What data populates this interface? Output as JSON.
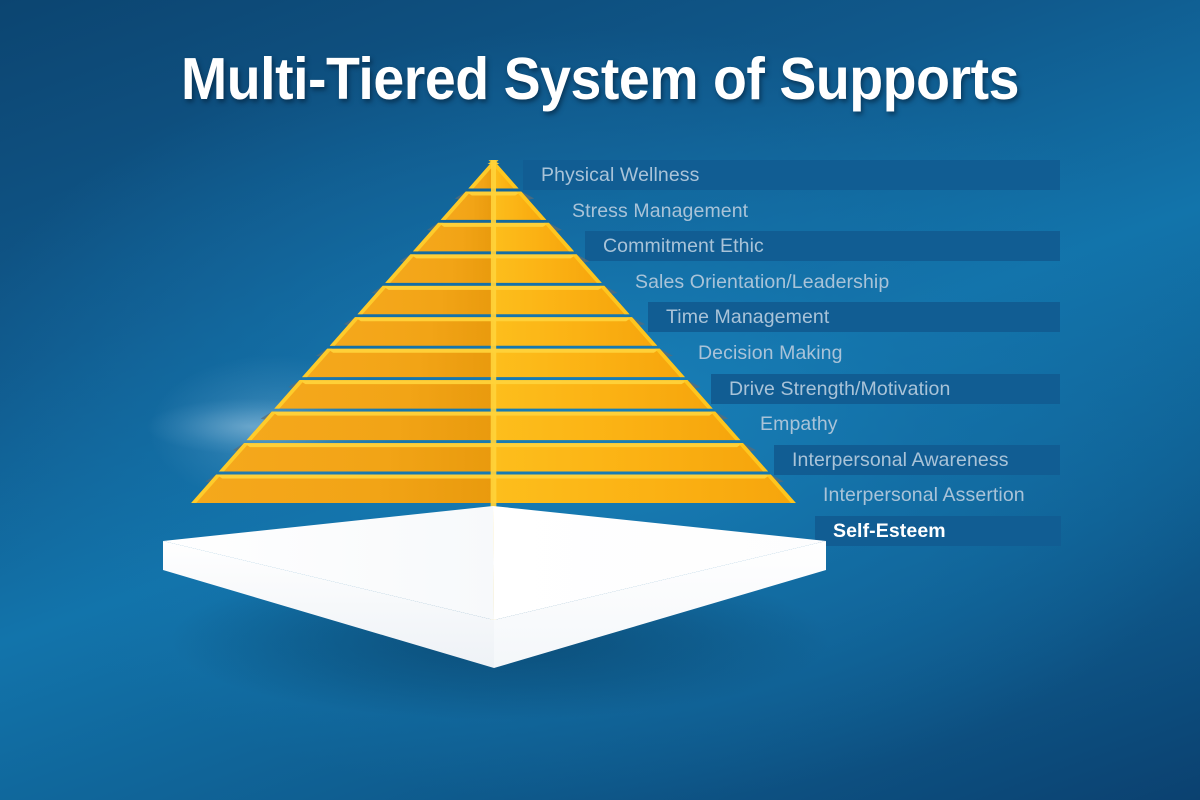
{
  "title": "Multi-Tiered System of Supports",
  "colors": {
    "background_dark": "#0d4a76",
    "background_light": "#1274ab",
    "band": "#115d93",
    "label_text": "#a9c3d8",
    "label_highlight_text": "#ffffff",
    "pyramid_left_face": "#f0a21a",
    "pyramid_right_face": "#fbb713",
    "pyramid_ridge": "#ffd233",
    "pyramid_base": "#ffffff",
    "title_text": "#ffffff"
  },
  "pyramid": {
    "name": "tiered-support-pyramid",
    "base_label": "",
    "tiers": [
      {
        "index": 1,
        "label": "Physical Wellness",
        "highlight": false,
        "band": true
      },
      {
        "index": 2,
        "label": "Stress Management",
        "highlight": false,
        "band": false
      },
      {
        "index": 3,
        "label": "Commitment Ethic",
        "highlight": false,
        "band": true
      },
      {
        "index": 4,
        "label": "Sales Orientation/Leadership",
        "highlight": false,
        "band": false
      },
      {
        "index": 5,
        "label": "Time Management",
        "highlight": false,
        "band": true
      },
      {
        "index": 6,
        "label": "Decision Making",
        "highlight": false,
        "band": false
      },
      {
        "index": 7,
        "label": "Drive Strength/Motivation",
        "highlight": false,
        "band": true
      },
      {
        "index": 8,
        "label": "Empathy",
        "highlight": false,
        "band": false
      },
      {
        "index": 9,
        "label": "Interpersonal Awareness",
        "highlight": false,
        "band": true
      },
      {
        "index": 10,
        "label": "Interpersonal Assertion",
        "highlight": false,
        "band": false
      },
      {
        "index": 11,
        "label": "Self-Esteem",
        "highlight": true,
        "band": true
      }
    ]
  }
}
